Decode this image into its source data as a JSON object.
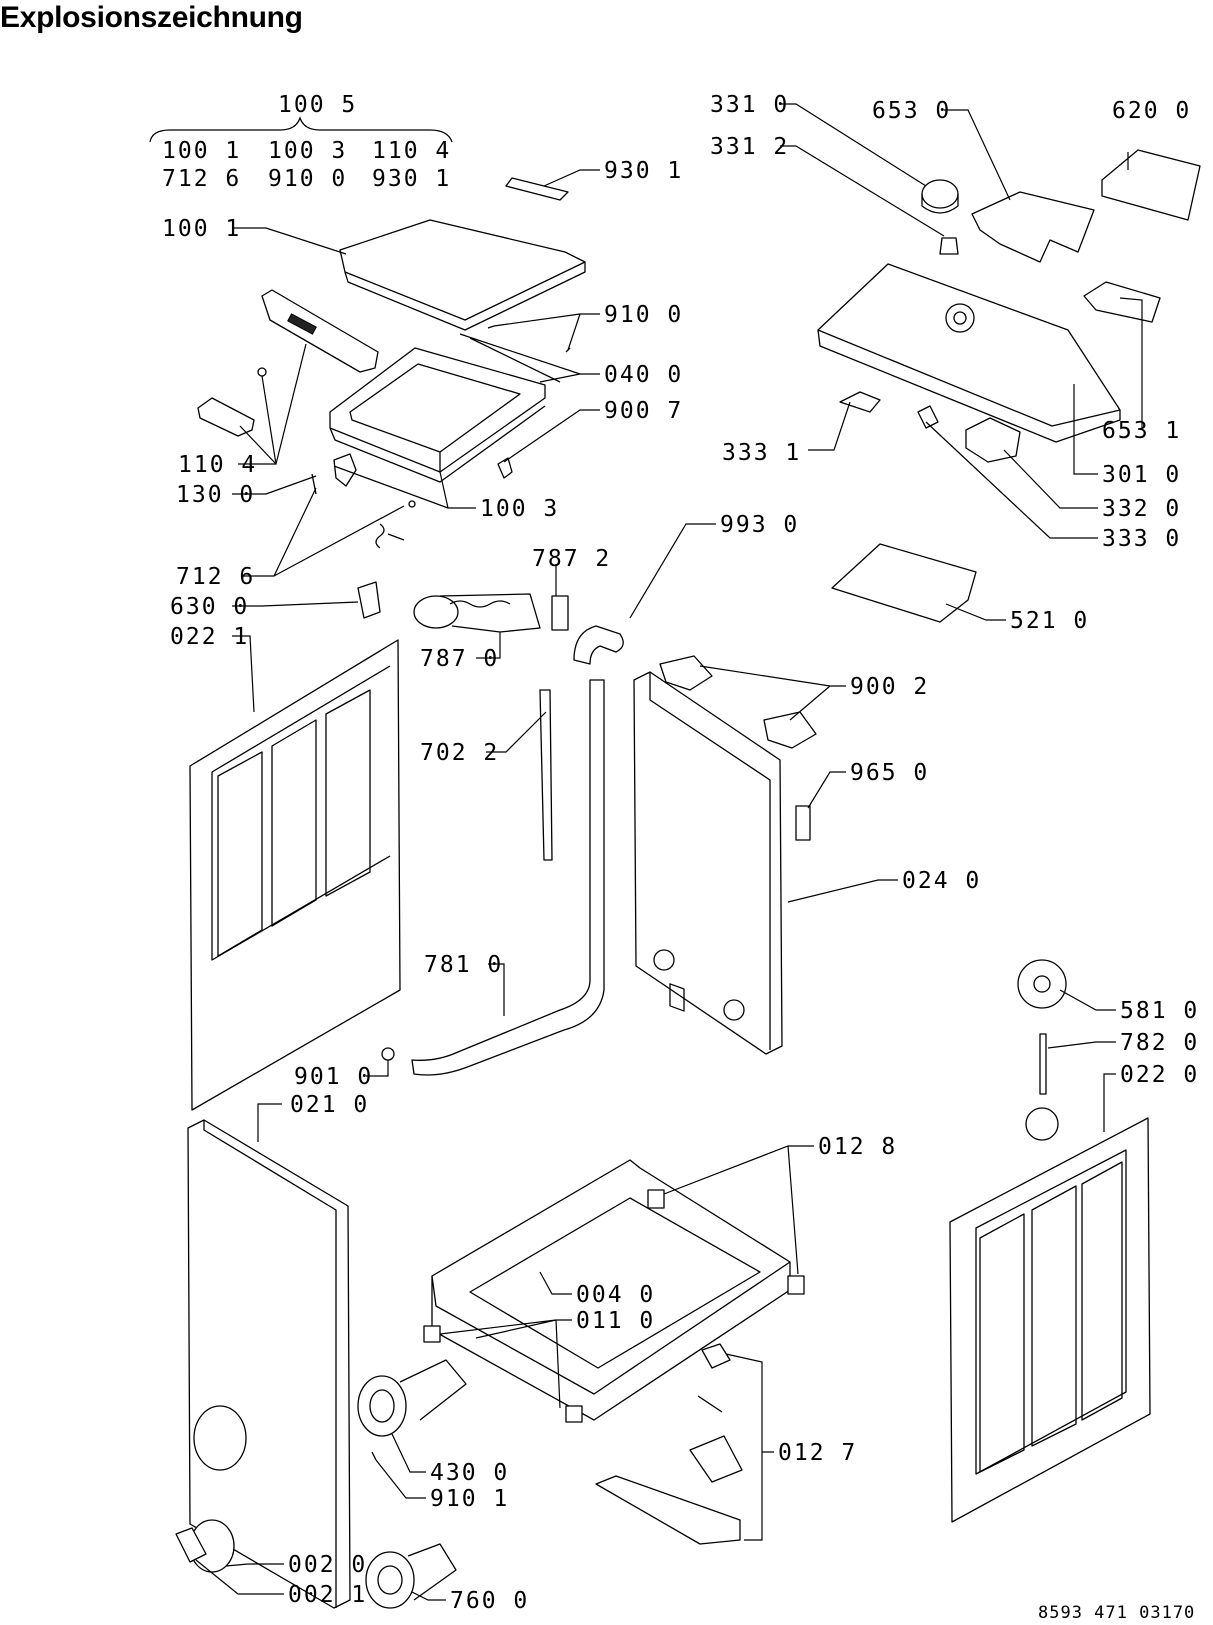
{
  "title": "Explosionszeichnung",
  "doc_number": "8593 471 03170",
  "group_label": "100 5",
  "group_row1": [
    "100 1",
    "100 3",
    "110 4"
  ],
  "group_row2": [
    "712 6",
    "910 0",
    "930 1"
  ],
  "labels": {
    "p9301": "930 1",
    "p1001": "100 1",
    "p9100": "910 0",
    "p0400": "040 0",
    "p9007": "900 7",
    "p1104": "110 4",
    "p1300": "130 0",
    "p1003": "100 3",
    "p7126": "712 6",
    "p6300": "630 0",
    "p0221": "022 1",
    "p7872": "787 2",
    "p7870": "787 0",
    "p7022": "702 2",
    "p7810": "781 0",
    "p9010": "901 0",
    "p0210": "021 0",
    "p3310": "331 0",
    "p3312": "331 2",
    "p6530": "653 0",
    "p6200": "620 0",
    "p6531": "653 1",
    "p3010": "301 0",
    "p3331": "333 1",
    "p3320": "332 0",
    "p3330": "333 0",
    "p9930": "993 0",
    "p5210": "521 0",
    "p9002": "900 2",
    "p9650": "965 0",
    "p0240": "024 0",
    "p5810": "581 0",
    "p7820": "782 0",
    "p0220": "022 0",
    "p0128": "012 8",
    "p0040": "004 0",
    "p0110": "011 0",
    "p0127": "012 7",
    "p4300": "430 0",
    "p9101": "910 1",
    "p0020": "002 0",
    "p0021": "002 1",
    "p7600": "760 0"
  }
}
